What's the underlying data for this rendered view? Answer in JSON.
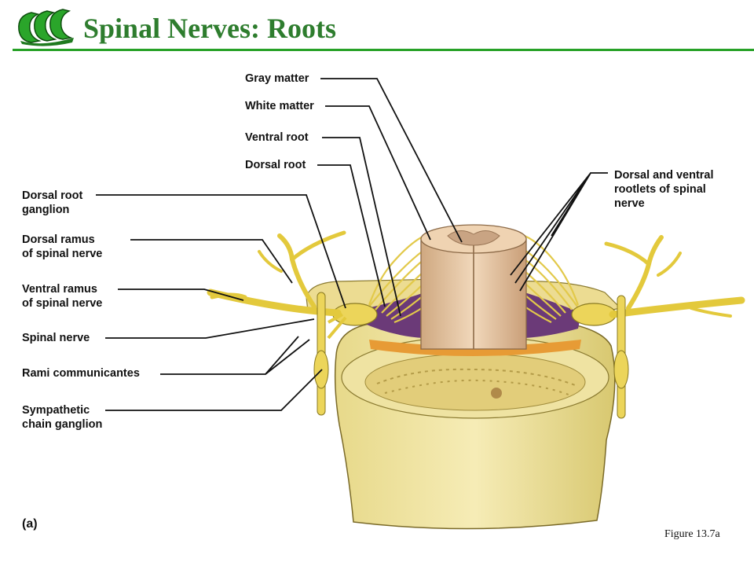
{
  "slide": {
    "title": "Spinal Nerves: Roots",
    "figure_caption": "Figure 13.7a",
    "panel_letter": "(a)",
    "colors": {
      "title": "#2e7d2e",
      "rule": "#27a127",
      "logo_green": "#2aa52a",
      "nerve": "#e9d34a",
      "vertebra": "#efe29c",
      "cord": "#e8c9a6"
    }
  },
  "labels": {
    "gray_matter": "Gray matter",
    "white_matter": "White matter",
    "ventral_root": "Ventral root",
    "dorsal_root": "Dorsal root",
    "dorsal_root_ganglion": [
      "Dorsal root",
      "ganglion"
    ],
    "dorsal_ramus": [
      "Dorsal ramus",
      "of spinal nerve"
    ],
    "ventral_ramus": [
      "Ventral ramus",
      "of spinal nerve"
    ],
    "spinal_nerve": "Spinal nerve",
    "rami_communicantes": "Rami communicantes",
    "sympathetic_chain_ganglion": [
      "Sympathetic",
      "chain ganglion"
    ],
    "rootlets": [
      "Dorsal and ventral",
      "rootlets of spinal",
      "nerve"
    ]
  }
}
